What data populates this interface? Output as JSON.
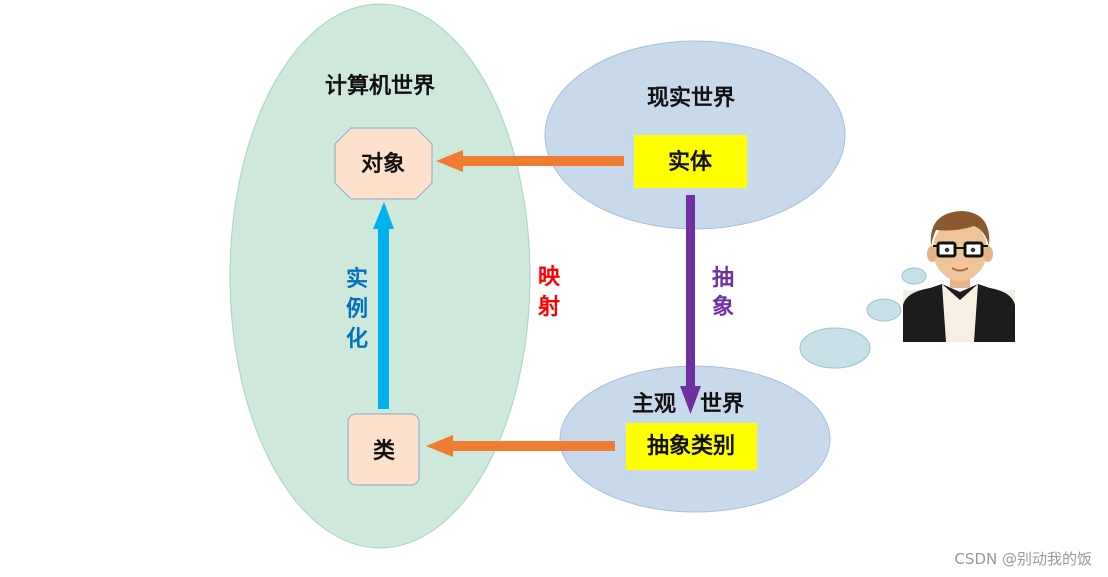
{
  "computer_world": {
    "title": "计算机世界"
  },
  "real_world": {
    "title": "现实世界",
    "entity": "实体"
  },
  "subjective_world": {
    "title_left": "主观",
    "title_right": "世界",
    "abstract_category": "抽象类别"
  },
  "object_box": {
    "label": "对象"
  },
  "class_box": {
    "label": "类"
  },
  "labels": {
    "instantiate": [
      "实",
      "例",
      "化"
    ],
    "mapping": [
      "映",
      "射"
    ],
    "abstraction": [
      "抽",
      "象"
    ]
  },
  "colors": {
    "computer_world_fill": "#cfe8dc",
    "world_fill": "#c9d9ec",
    "box_fill": "#fde1cc",
    "highlight_yellow": "#ffff00",
    "orange_arrow": "#ee7d31",
    "blue_arrow": "#00b0f0",
    "purple_arrow": "#7030a0",
    "instantiate_text": "#0070c0",
    "mapping_text": "#ff0000",
    "abstraction_text": "#7030a0"
  },
  "watermark": "CSDN @别动我的饭"
}
